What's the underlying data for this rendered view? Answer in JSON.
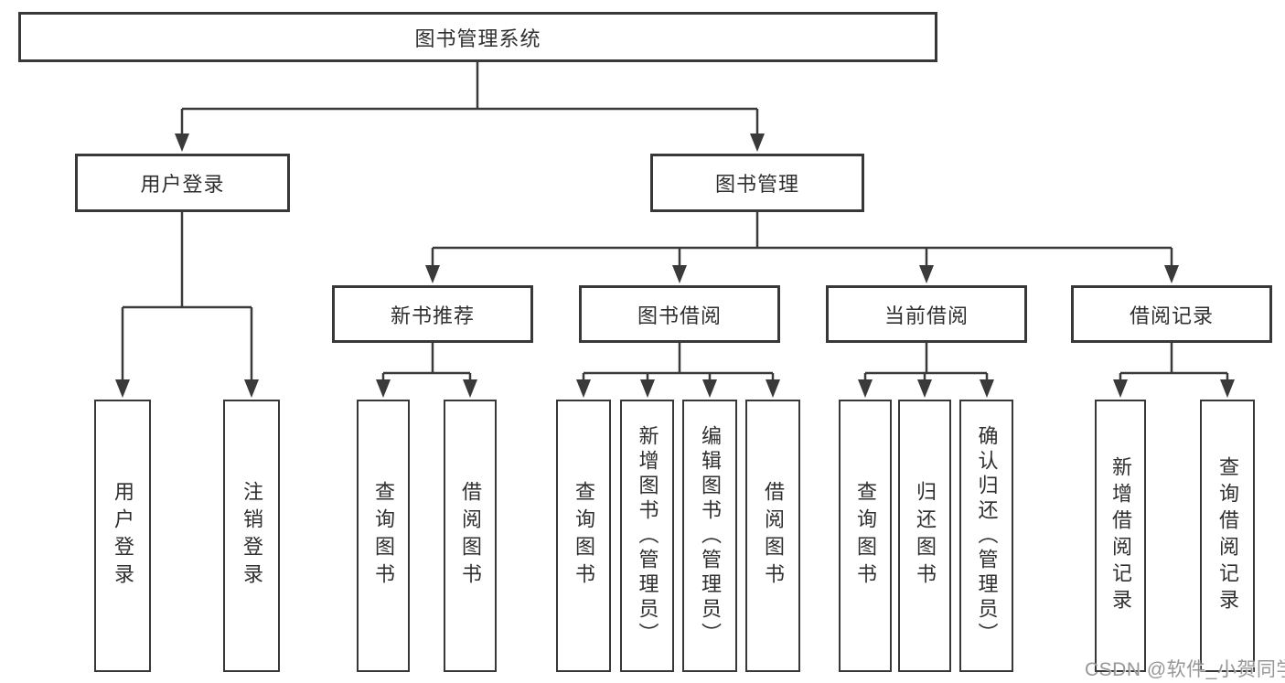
{
  "title": "图书管理系统",
  "watermark": "CSDN @软件_小贺同学",
  "colors": {
    "line": "#3a3a3a",
    "border": "#383838",
    "text": "#2f2f2f",
    "background": "#ffffff",
    "watermark": "#919191"
  },
  "tree": {
    "root": "图书管理系统",
    "branches": [
      {
        "label": "用户登录",
        "children": [
          {
            "label": "用户登录"
          },
          {
            "label": "注销登录"
          }
        ]
      },
      {
        "label": "图书管理",
        "children": [
          {
            "label": "新书推荐",
            "children": [
              {
                "label": "查询图书"
              },
              {
                "label": "借阅图书"
              }
            ]
          },
          {
            "label": "图书借阅",
            "children": [
              {
                "label": "查询图书"
              },
              {
                "label": "新增图书（管理员）"
              },
              {
                "label": "编辑图书（管理员）"
              },
              {
                "label": "借阅图书"
              }
            ]
          },
          {
            "label": "当前借阅",
            "children": [
              {
                "label": "查询图书"
              },
              {
                "label": "归还图书"
              },
              {
                "label": "确认归还（管理员）"
              }
            ]
          },
          {
            "label": "借阅记录",
            "children": [
              {
                "label": "新增借阅记录"
              },
              {
                "label": "查询借阅记录"
              }
            ]
          }
        ]
      }
    ]
  }
}
